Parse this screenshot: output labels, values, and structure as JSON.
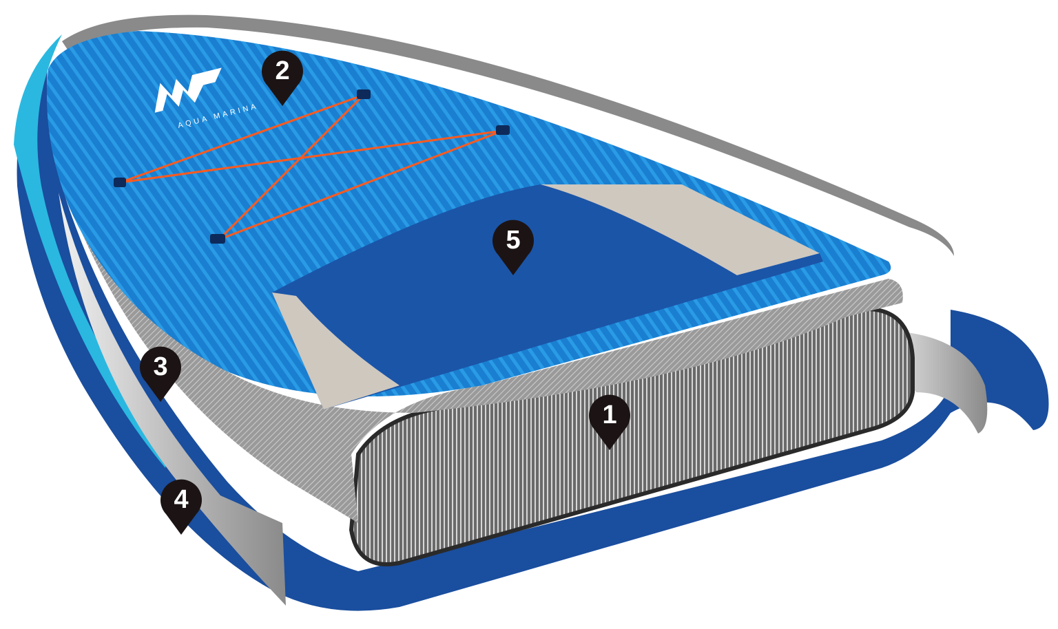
{
  "brand": {
    "name": "AQUA MARINA"
  },
  "markers": [
    {
      "label": "1"
    },
    {
      "label": "2"
    },
    {
      "label": "3"
    },
    {
      "label": "4"
    },
    {
      "label": "5"
    }
  ],
  "colors": {
    "deck_blue": "#1a7fd0",
    "deck_stripe": "#2a9be6",
    "dark_blue": "#1a4e9e",
    "light_cyan": "#2ab8e0",
    "grey_rail": "#8a8a8a",
    "pad_blue": "#1b55a8",
    "pad_beige": "#cfc8bf",
    "bungee": "#ff5a1e",
    "marker": "#1c1414"
  }
}
